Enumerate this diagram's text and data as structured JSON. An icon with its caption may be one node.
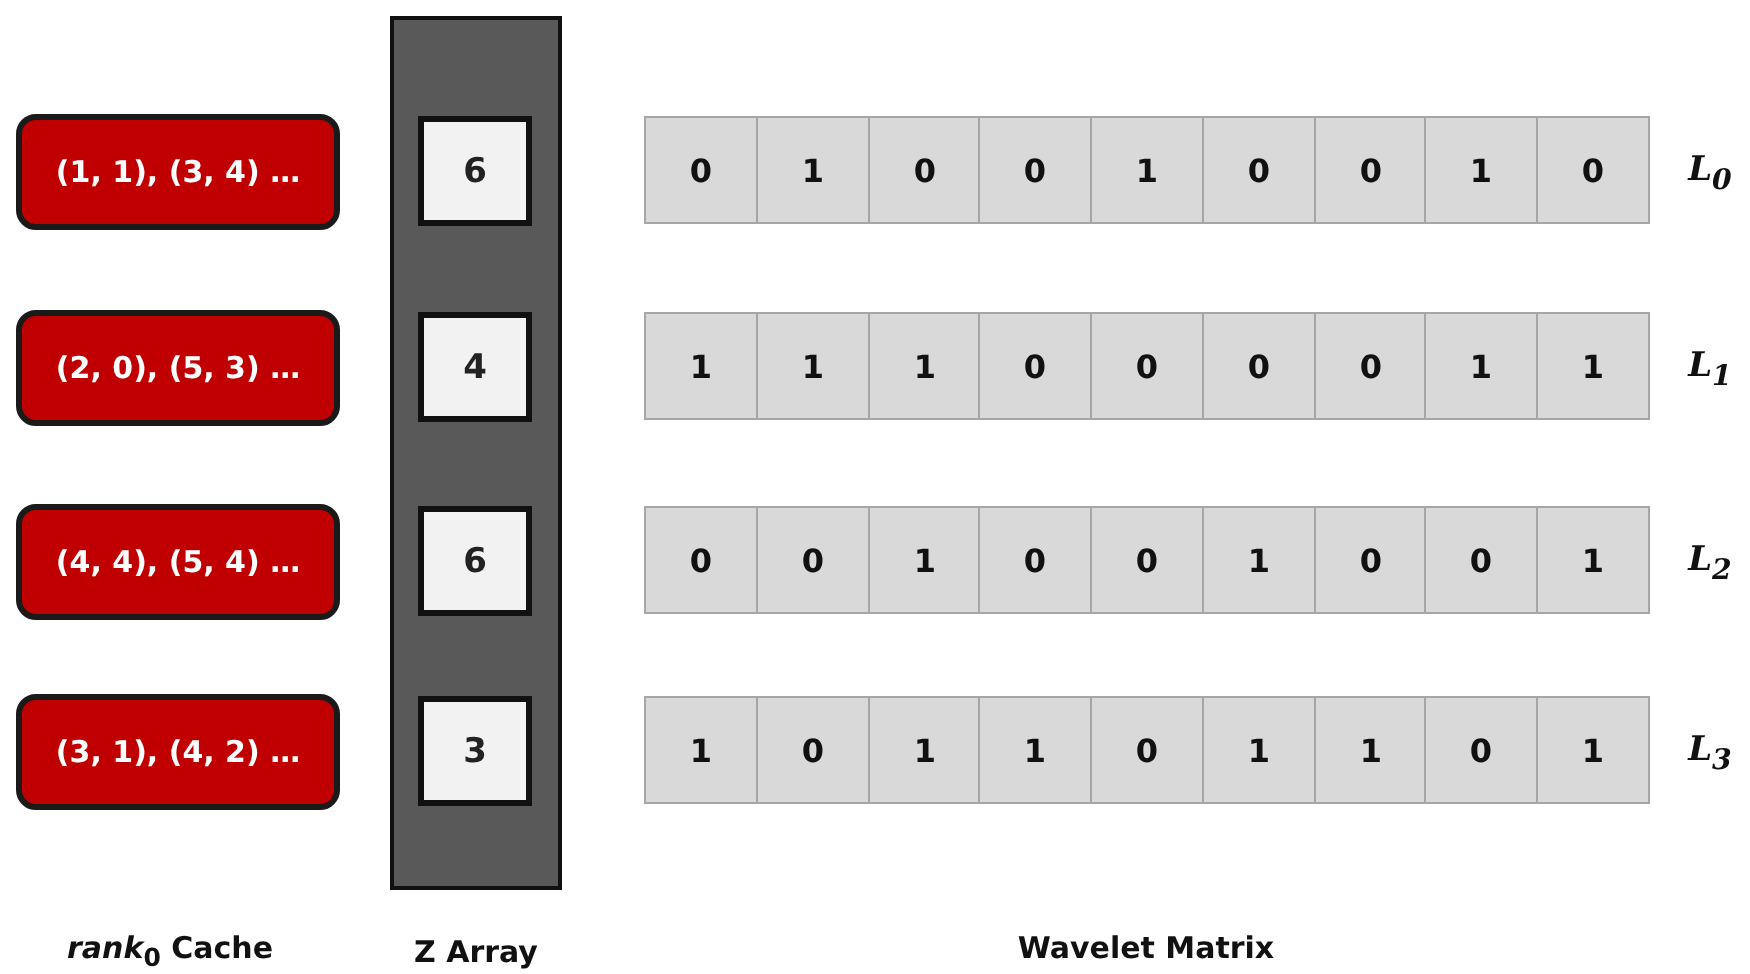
{
  "diagram": {
    "nodes": [
      {
        "text": [
          "(1, 1),  (3, 4) …"
        ]
      },
      {
        "text": [
          "(2, 0),  (5, 3) …"
        ]
      },
      {
        "text": [
          "(4, 4),  (5, 4) …"
        ]
      },
      {
        "text": [
          "(3, 1),  (4, 2) …"
        ]
      },
      {
        "text": [
          "Z Array"
        ]
      },
      {
        "text": [
          "6"
        ],
        "in": 4
      },
      {
        "text": [
          "4"
        ],
        "in": 4
      },
      {
        "text": [
          "6"
        ],
        "in": 4
      },
      {
        "text": [
          "3"
        ],
        "in": 4
      }
    ],
    "edges": [],
    "labels": [
      "0",
      "1",
      "0",
      "0",
      "1",
      "0",
      "0",
      "1",
      "0",
      "L$_{0}$",
      "1",
      "1",
      "1",
      "0",
      "0",
      "0",
      "0",
      "1",
      "1",
      "L$_{1}$",
      "0",
      "0",
      "1",
      "0",
      "0",
      "1",
      "0",
      "0",
      "1",
      "L$_{2}$",
      "1",
      "0",
      "1",
      "1",
      "0",
      "1",
      "1",
      "0",
      "1",
      "L$_{3}$",
      "*rank*$_{0}$ Cache",
      "Wavelet Matrix"
    ]
  }
}
